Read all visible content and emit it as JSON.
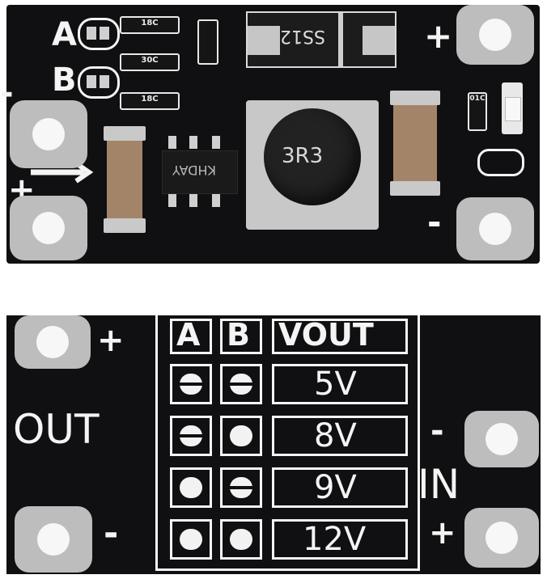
{
  "top_board": {
    "labels": {
      "a": "A",
      "b": "B",
      "plus_left": "+",
      "minus_left": "-",
      "plus_right": "+",
      "minus_right": "-"
    },
    "components": {
      "diode": "SS12",
      "inductor": "3R3",
      "ic": "KHDAY",
      "r1": "18C",
      "r2": "30C",
      "r3": "18C",
      "r4": "01C"
    }
  },
  "bottom_board": {
    "labels": {
      "out": "OUT",
      "in": "IN",
      "plus_out": "+",
      "minus_out": "-",
      "minus_in": "-",
      "plus_in": "+"
    },
    "table": {
      "headers": [
        "A",
        "B",
        "VOUT"
      ],
      "rows": [
        {
          "a": "open",
          "b": "open",
          "vout": "5V"
        },
        {
          "a": "open",
          "b": "closed",
          "vout": "8V"
        },
        {
          "a": "closed",
          "b": "open",
          "vout": "9V"
        },
        {
          "a": "closed",
          "b": "closed",
          "vout": "12V"
        }
      ]
    }
  }
}
